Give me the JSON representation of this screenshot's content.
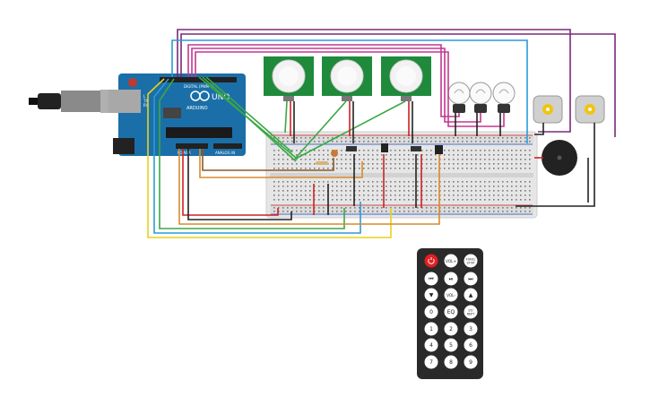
{
  "arduino": {
    "model_label": "UNO",
    "brand_label": "ARDUINO",
    "digital_label": "DIGITAL (PWM~)",
    "power_label": "POWER",
    "analog_label": "ANALOG IN",
    "tx_label": "TX",
    "rx_label": "RX",
    "l_label": "L"
  },
  "pir_sensors": [
    {
      "name": "pir-sensor-1"
    },
    {
      "name": "pir-sensor-2"
    },
    {
      "name": "pir-sensor-3"
    }
  ],
  "bulbs": [
    {
      "name": "light-bulb-1"
    },
    {
      "name": "light-bulb-2"
    },
    {
      "name": "light-bulb-3"
    }
  ],
  "motors": [
    {
      "name": "dc-motor-1"
    },
    {
      "name": "dc-motor-2"
    }
  ],
  "remote": {
    "row1": [
      "",
      "VOL+",
      "FUNC/\nSTOP"
    ],
    "row2": [
      "⏮",
      "⏯",
      "⏭"
    ],
    "row3": [
      "▼",
      "VOL-",
      "▲"
    ],
    "row4": [
      "0",
      "EQ",
      "ST/\nREPT"
    ],
    "row5": [
      "1",
      "2",
      "3"
    ],
    "row6": [
      "4",
      "5",
      "6"
    ],
    "row7": [
      "7",
      "8",
      "9"
    ]
  },
  "colors": {
    "arduino_board": "#1b6fa8",
    "breadboard": "#e6e6e6",
    "pir_board": "#1f8a3b",
    "wire_green": "#3aa845",
    "wire_purple": "#7a2a7a",
    "wire_blue": "#2b9ad6",
    "wire_yellow": "#e8d21c",
    "wire_red": "#cc2222",
    "wire_black": "#222222",
    "wire_orange": "#d98a2a",
    "wire_magenta": "#c2388f",
    "remote_body": "#2a2a2a",
    "power_button": "#e02020"
  }
}
